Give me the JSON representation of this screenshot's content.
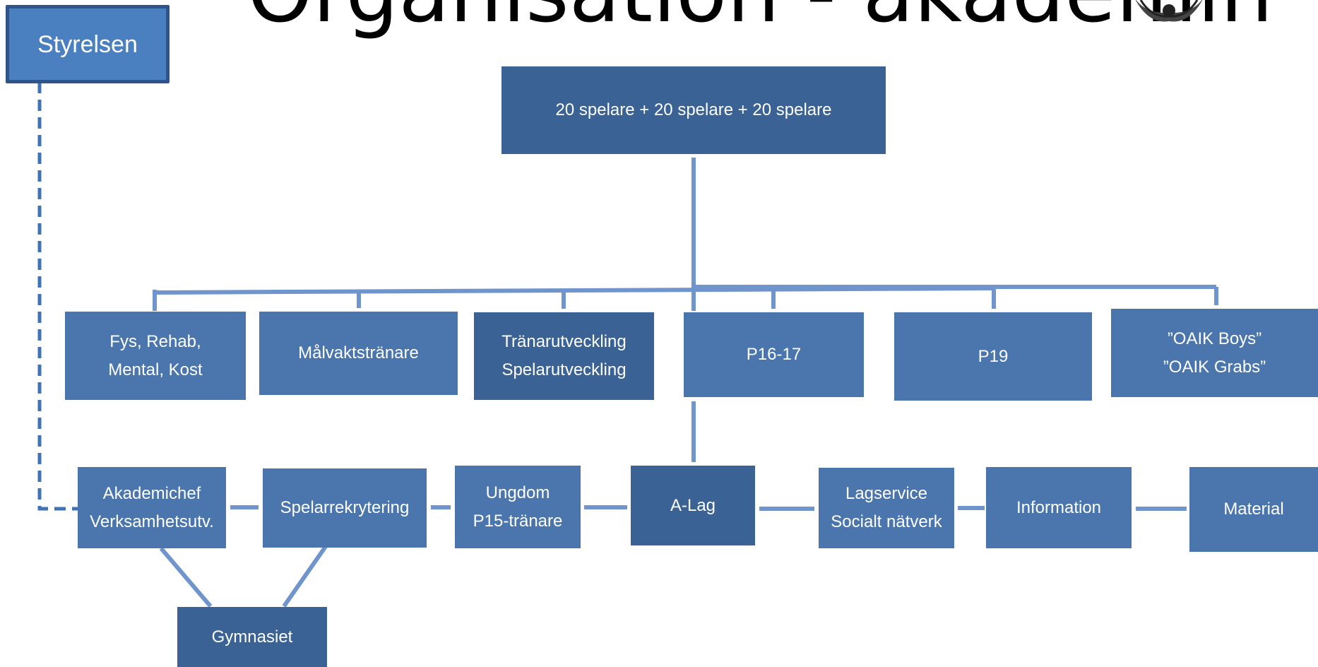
{
  "title": "Organisation - akademin",
  "board": {
    "label": "Styrelsen"
  },
  "top": {
    "label": "20 spelare + 20 spelare + 20 spelare"
  },
  "middle_row": [
    {
      "id": "fys",
      "label": "Fys, Rehab,\nMental, Kost"
    },
    {
      "id": "malvakt",
      "label": "Målvaktstränare"
    },
    {
      "id": "tranar",
      "label": "Tränarutveckling\nSpelarutveckling"
    },
    {
      "id": "p16",
      "label": "P16-17"
    },
    {
      "id": "p19",
      "label": "P19"
    },
    {
      "id": "boys",
      "label": "”OAIK Boys”\n”OAIK Grabs”"
    }
  ],
  "bottom_row": [
    {
      "id": "akademichef",
      "label": "Akademichef\nVerksamhetsutv."
    },
    {
      "id": "rekrytering",
      "label": "Spelarrekrytering"
    },
    {
      "id": "ungdom",
      "label": "Ungdom\nP15-tränare"
    },
    {
      "id": "alag",
      "label": "A-Lag"
    },
    {
      "id": "lagservice",
      "label": "Lagservice\nSocialt nätverk"
    },
    {
      "id": "information",
      "label": "Information"
    },
    {
      "id": "material",
      "label": "Material"
    }
  ],
  "gymnasiet": {
    "label": "Gymnasiet"
  },
  "colors": {
    "box": "#4a76ad",
    "box_dark": "#3a6294",
    "connector": "#6f95cc",
    "dashed": "#3f73b5"
  }
}
